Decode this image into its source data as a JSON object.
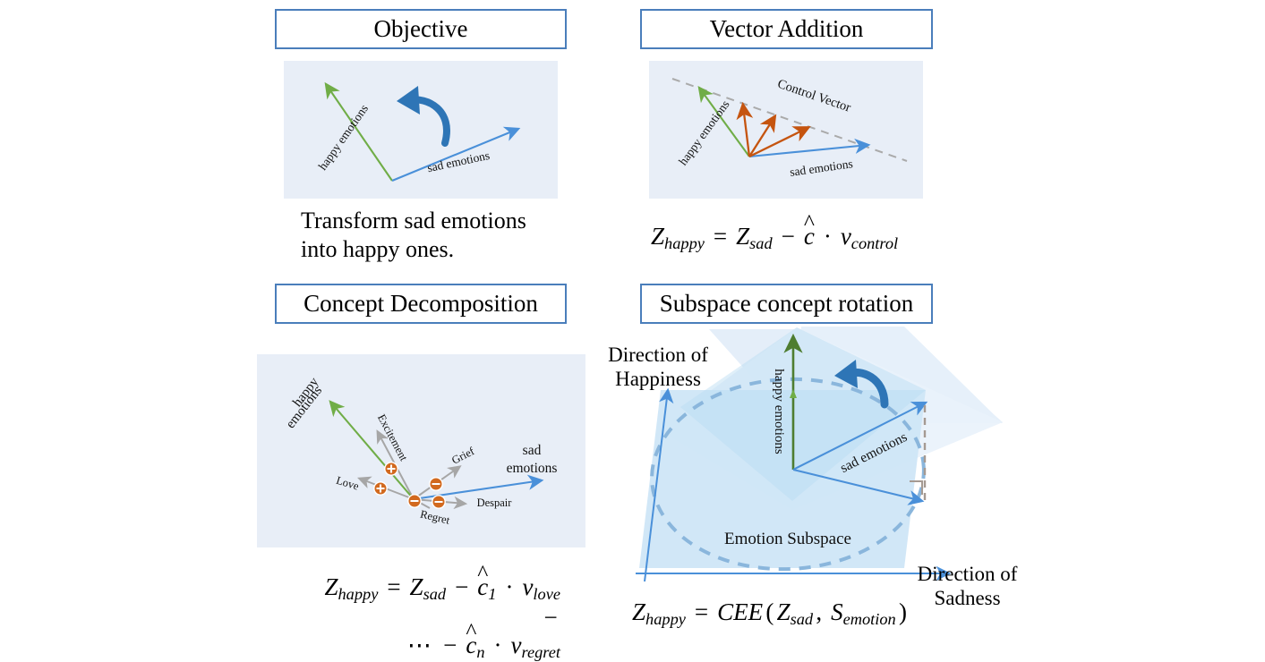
{
  "figure": {
    "type": "diagram",
    "description": "Four-panel conceptual diagram about steering emotion representations in latent space",
    "colors": {
      "panel_background": "#e8eef7",
      "title_border": "#4a7ebb",
      "happy_vector": "#70ad47",
      "sad_vector": "#4a90d9",
      "control_vector": "#c5540f",
      "concept_vector": "#a6a6a6",
      "marker_fill": "#d2691e",
      "rotation_arrow": "#2e75b6",
      "subspace_plane": "#cfe6f7",
      "vertical_plane": "#e4eef9",
      "dashed_ellipse": "#8ab6dc"
    }
  },
  "panels": [
    {
      "id": "objective",
      "title": "Objective",
      "caption": "Transform sad emotions\ninto happy ones.",
      "vectors": [
        {
          "name": "happy emotions",
          "color": "green",
          "label": "happy emotions"
        },
        {
          "name": "sad emotions",
          "color": "blue",
          "label": "sad emotions"
        }
      ],
      "annotations": [
        "rotation-arrow"
      ]
    },
    {
      "id": "vector_addition",
      "title": "Vector Addition",
      "vectors": [
        {
          "name": "happy emotions",
          "color": "green",
          "label": "happy emotions"
        },
        {
          "name": "sad emotions",
          "color": "blue",
          "label": "sad emotions"
        },
        {
          "name": "control vector",
          "color": "orange",
          "label": "Control Vector",
          "count": 3
        }
      ],
      "formula": {
        "lhs": "Z",
        "lhs_sub": "happy",
        "rhs_terms": [
          "Z",
          "sad",
          "c",
          "v",
          "control"
        ],
        "plain": "Z_happy = Z_sad - ĉ · v_control"
      }
    },
    {
      "id": "concept_decomposition",
      "title": "Concept Decomposition",
      "vectors": [
        {
          "name": "happy emotions",
          "color": "green",
          "label": "happy emotions"
        },
        {
          "name": "sad emotions",
          "color": "blue",
          "label": "sad emotions"
        }
      ],
      "concepts": [
        {
          "label": "Excitement",
          "sign": "+"
        },
        {
          "label": "Love",
          "sign": "+"
        },
        {
          "label": "Grief",
          "sign": "-"
        },
        {
          "label": "Despair",
          "sign": "-"
        },
        {
          "label": "Regret",
          "sign": "-"
        }
      ],
      "formula": {
        "line1": "Z_happy = Z_sad - ĉ_1 · v_love -",
        "line2": "... - ĉ_n · v_regret"
      }
    },
    {
      "id": "subspace_rotation",
      "title": "Subspace concept rotation",
      "labels": {
        "happiness_axis": "Direction of\nHappiness",
        "sadness_axis": "Direction of\nSadness",
        "subspace": "Emotion Subspace",
        "happy_vector": "happy emotions",
        "sad_vector": "sad emotions"
      },
      "formula": {
        "plain": "Z_happy = CEE(Z_sad, S_emotion)"
      }
    }
  ],
  "text": {
    "titles": {
      "objective": "Objective",
      "vector_addition": "Vector Addition",
      "concept_decomposition": "Concept Decomposition",
      "subspace_rotation": "Subspace concept rotation"
    },
    "objective_caption": "Transform sad emotions\ninto happy ones.",
    "labels": {
      "happy_emotions": "happy emotions",
      "sad_emotions": "sad emotions",
      "control_vector": "Control Vector",
      "excitement": "Excitement",
      "love": "Love",
      "grief": "Grief",
      "despair": "Despair",
      "regret": "Regret",
      "emotion_subspace": "Emotion Subspace",
      "direction_happiness": "Direction of\nHappiness",
      "direction_sadness": "Direction of\nSadness"
    },
    "formulas": {
      "vector_addition": "Z_happy = Z_sad − ĉ · v_control",
      "concept_decomposition_line1": "Z_happy = Z_sad − ĉ_1 · v_love −",
      "concept_decomposition_line2": "⋯ − ĉ_n · v_regret",
      "subspace_rotation": "Z_happy = CEE(Z_sad , S_emotion)"
    },
    "math_tokens": {
      "Z": "Z",
      "happy": "happy",
      "sad": "sad",
      "c": "c",
      "hat": "̂",
      "hatglyph": "^",
      "v": "v",
      "control": "control",
      "love": "love",
      "regret": "regret",
      "one": "1",
      "n": "n",
      "minus": "−",
      "equals": "=",
      "dot": "⋅",
      "ellipsis": "⋯",
      "CEE": "CEE",
      "S": "S",
      "emotion": "emotion",
      "lparen": "(",
      "rparen": ")",
      "comma": ","
    }
  }
}
